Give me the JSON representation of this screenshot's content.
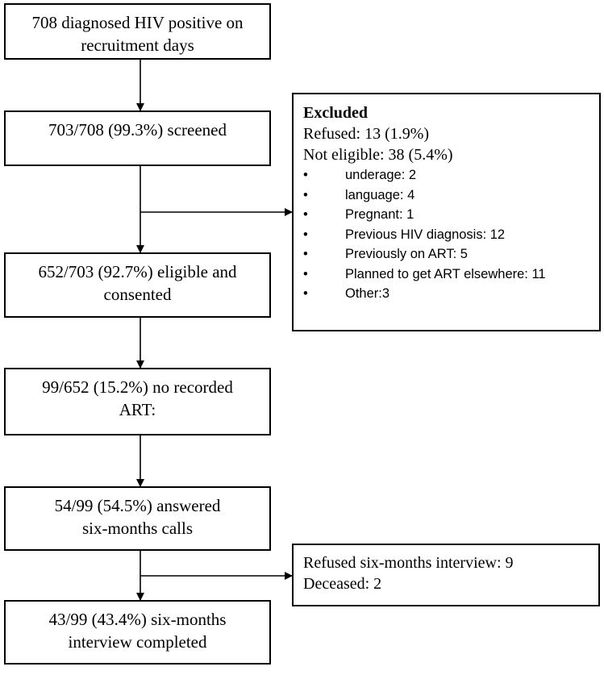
{
  "flow": {
    "step1": {
      "lines": [
        "708 diagnosed HIV positive on",
        "recruitment days"
      ]
    },
    "step2": {
      "lines": [
        "703/708 (99.3%) screened"
      ]
    },
    "step3": {
      "lines": [
        "652/703 (92.7%) eligible and",
        "consented"
      ]
    },
    "step4": {
      "lines": [
        "99/652 (15.2%) no recorded",
        "ART:"
      ]
    },
    "step5": {
      "lines": [
        "54/99 (54.5%) answered",
        "six-months calls"
      ]
    },
    "step6": {
      "lines": [
        "43/99 (43.4%) six-months",
        "interview completed"
      ]
    }
  },
  "excluded": {
    "title": "Excluded",
    "refused": "Refused: 13 (1.9%)",
    "not_eligible": "Not eligible: 38 (5.4%)",
    "bullet_symbol": "•",
    "items": [
      "underage: 2",
      "language: 4",
      "Pregnant: 1",
      "Previous HIV diagnosis: 12",
      "Previously on ART: 5",
      "Planned to get ART elsewhere: 11",
      "Other:3"
    ]
  },
  "followup_loss": {
    "lines": [
      "Refused six-months interview: 9",
      "Deceased: 2"
    ]
  }
}
